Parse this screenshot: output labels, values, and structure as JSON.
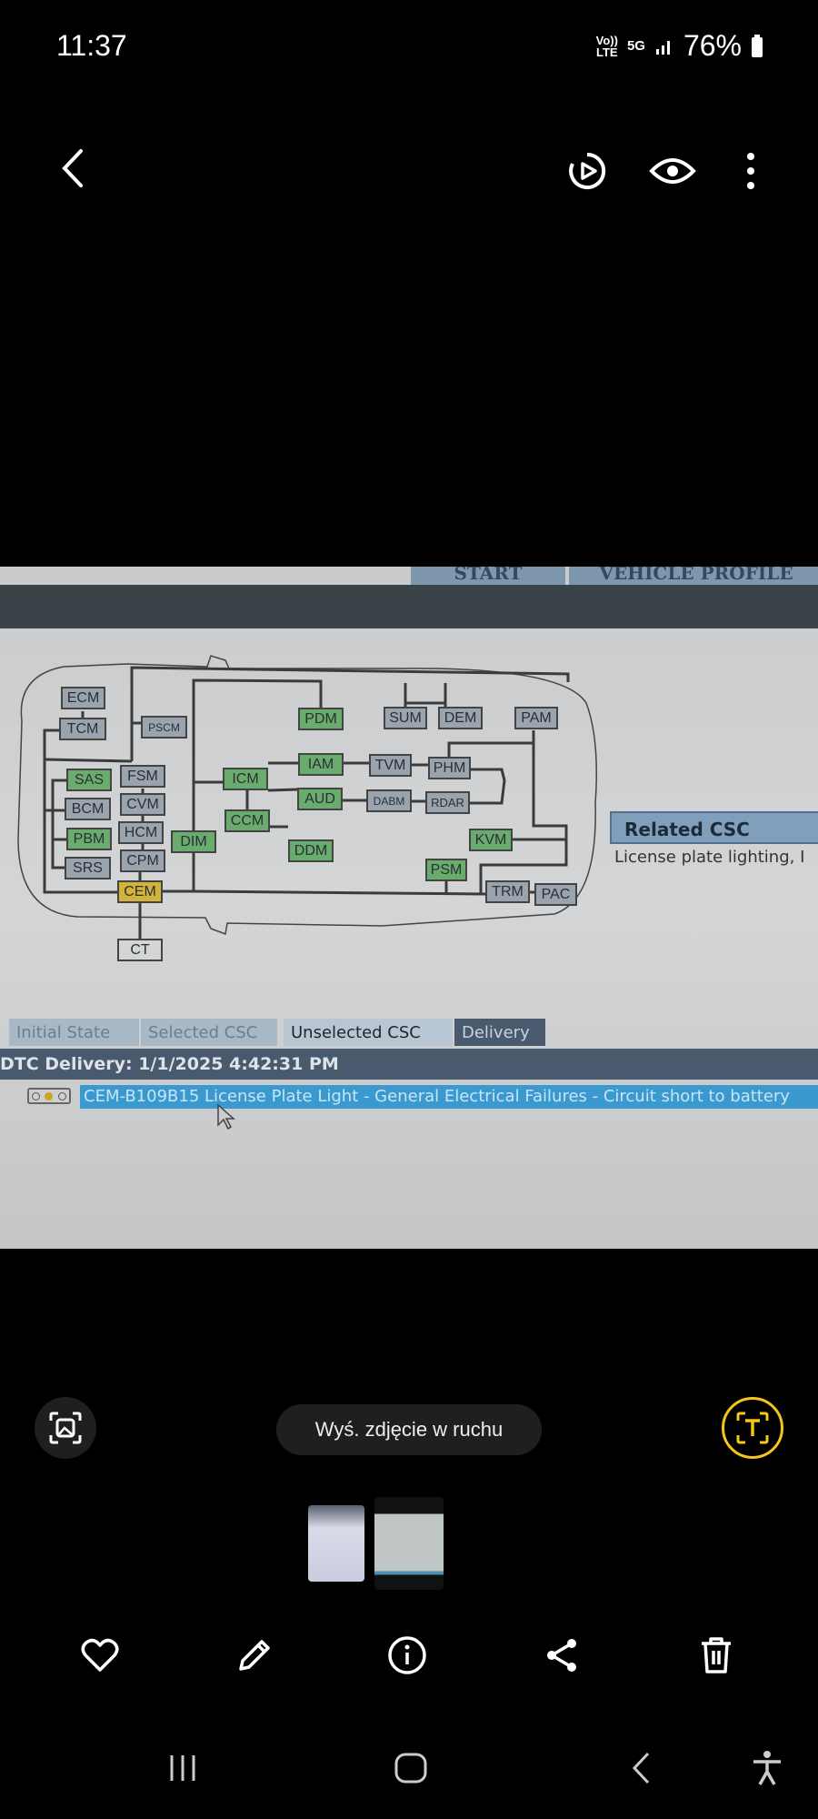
{
  "status_bar": {
    "time": "11:37",
    "network_top": "Vo))",
    "network_bottom": "LTE",
    "network_type": "5G",
    "battery": "76%"
  },
  "photo": {
    "app_tabs": [
      "START",
      "VEHICLE PROFILE"
    ],
    "modules": [
      {
        "id": "ECM",
        "state": "gray"
      },
      {
        "id": "TCM",
        "state": "gray"
      },
      {
        "id": "PSCM",
        "state": "gray"
      },
      {
        "id": "SAS",
        "state": "green"
      },
      {
        "id": "BCM",
        "state": "gray"
      },
      {
        "id": "PBM",
        "state": "green"
      },
      {
        "id": "SRS",
        "state": "gray"
      },
      {
        "id": "FSM",
        "state": "gray"
      },
      {
        "id": "CVM",
        "state": "gray"
      },
      {
        "id": "HCM",
        "state": "gray"
      },
      {
        "id": "CPM",
        "state": "gray"
      },
      {
        "id": "CEM",
        "state": "yellow"
      },
      {
        "id": "CT",
        "state": "white"
      },
      {
        "id": "DIM",
        "state": "green"
      },
      {
        "id": "ICM",
        "state": "green"
      },
      {
        "id": "CCM",
        "state": "green"
      },
      {
        "id": "DDM",
        "state": "green"
      },
      {
        "id": "PDM",
        "state": "green"
      },
      {
        "id": "IAM",
        "state": "green"
      },
      {
        "id": "AUD",
        "state": "green"
      },
      {
        "id": "SUM",
        "state": "gray"
      },
      {
        "id": "DEM",
        "state": "gray"
      },
      {
        "id": "PAM",
        "state": "gray"
      },
      {
        "id": "TVM",
        "state": "gray"
      },
      {
        "id": "PHM",
        "state": "gray"
      },
      {
        "id": "DABM",
        "state": "gray"
      },
      {
        "id": "RDAR",
        "state": "gray"
      },
      {
        "id": "KVM",
        "state": "green"
      },
      {
        "id": "PSM",
        "state": "green"
      },
      {
        "id": "TRM",
        "state": "gray"
      },
      {
        "id": "PAC",
        "state": "gray"
      }
    ],
    "related_csc": {
      "title": "Related CSC",
      "text": "License plate lighting, I"
    },
    "tabs": [
      "Initial State",
      "Selected CSC",
      "Unselected CSC",
      "Delivery"
    ],
    "active_tab": "Delivery",
    "dtc_delivery": "DTC Delivery: 1/1/2025 4:42:31 PM",
    "dtc_row": "CEM-B109B15 License Plate Light - General Electrical Failures - Circuit short to battery"
  },
  "bottom": {
    "motion_photo_label": "Wyś. zdjęcie w ruchu"
  },
  "colors": {
    "green": "#6aac6e",
    "gray": "#9aa4ae",
    "yellow": "#d3b43a",
    "selected_row": "#3a9ad0",
    "accent": "#f5c518"
  }
}
